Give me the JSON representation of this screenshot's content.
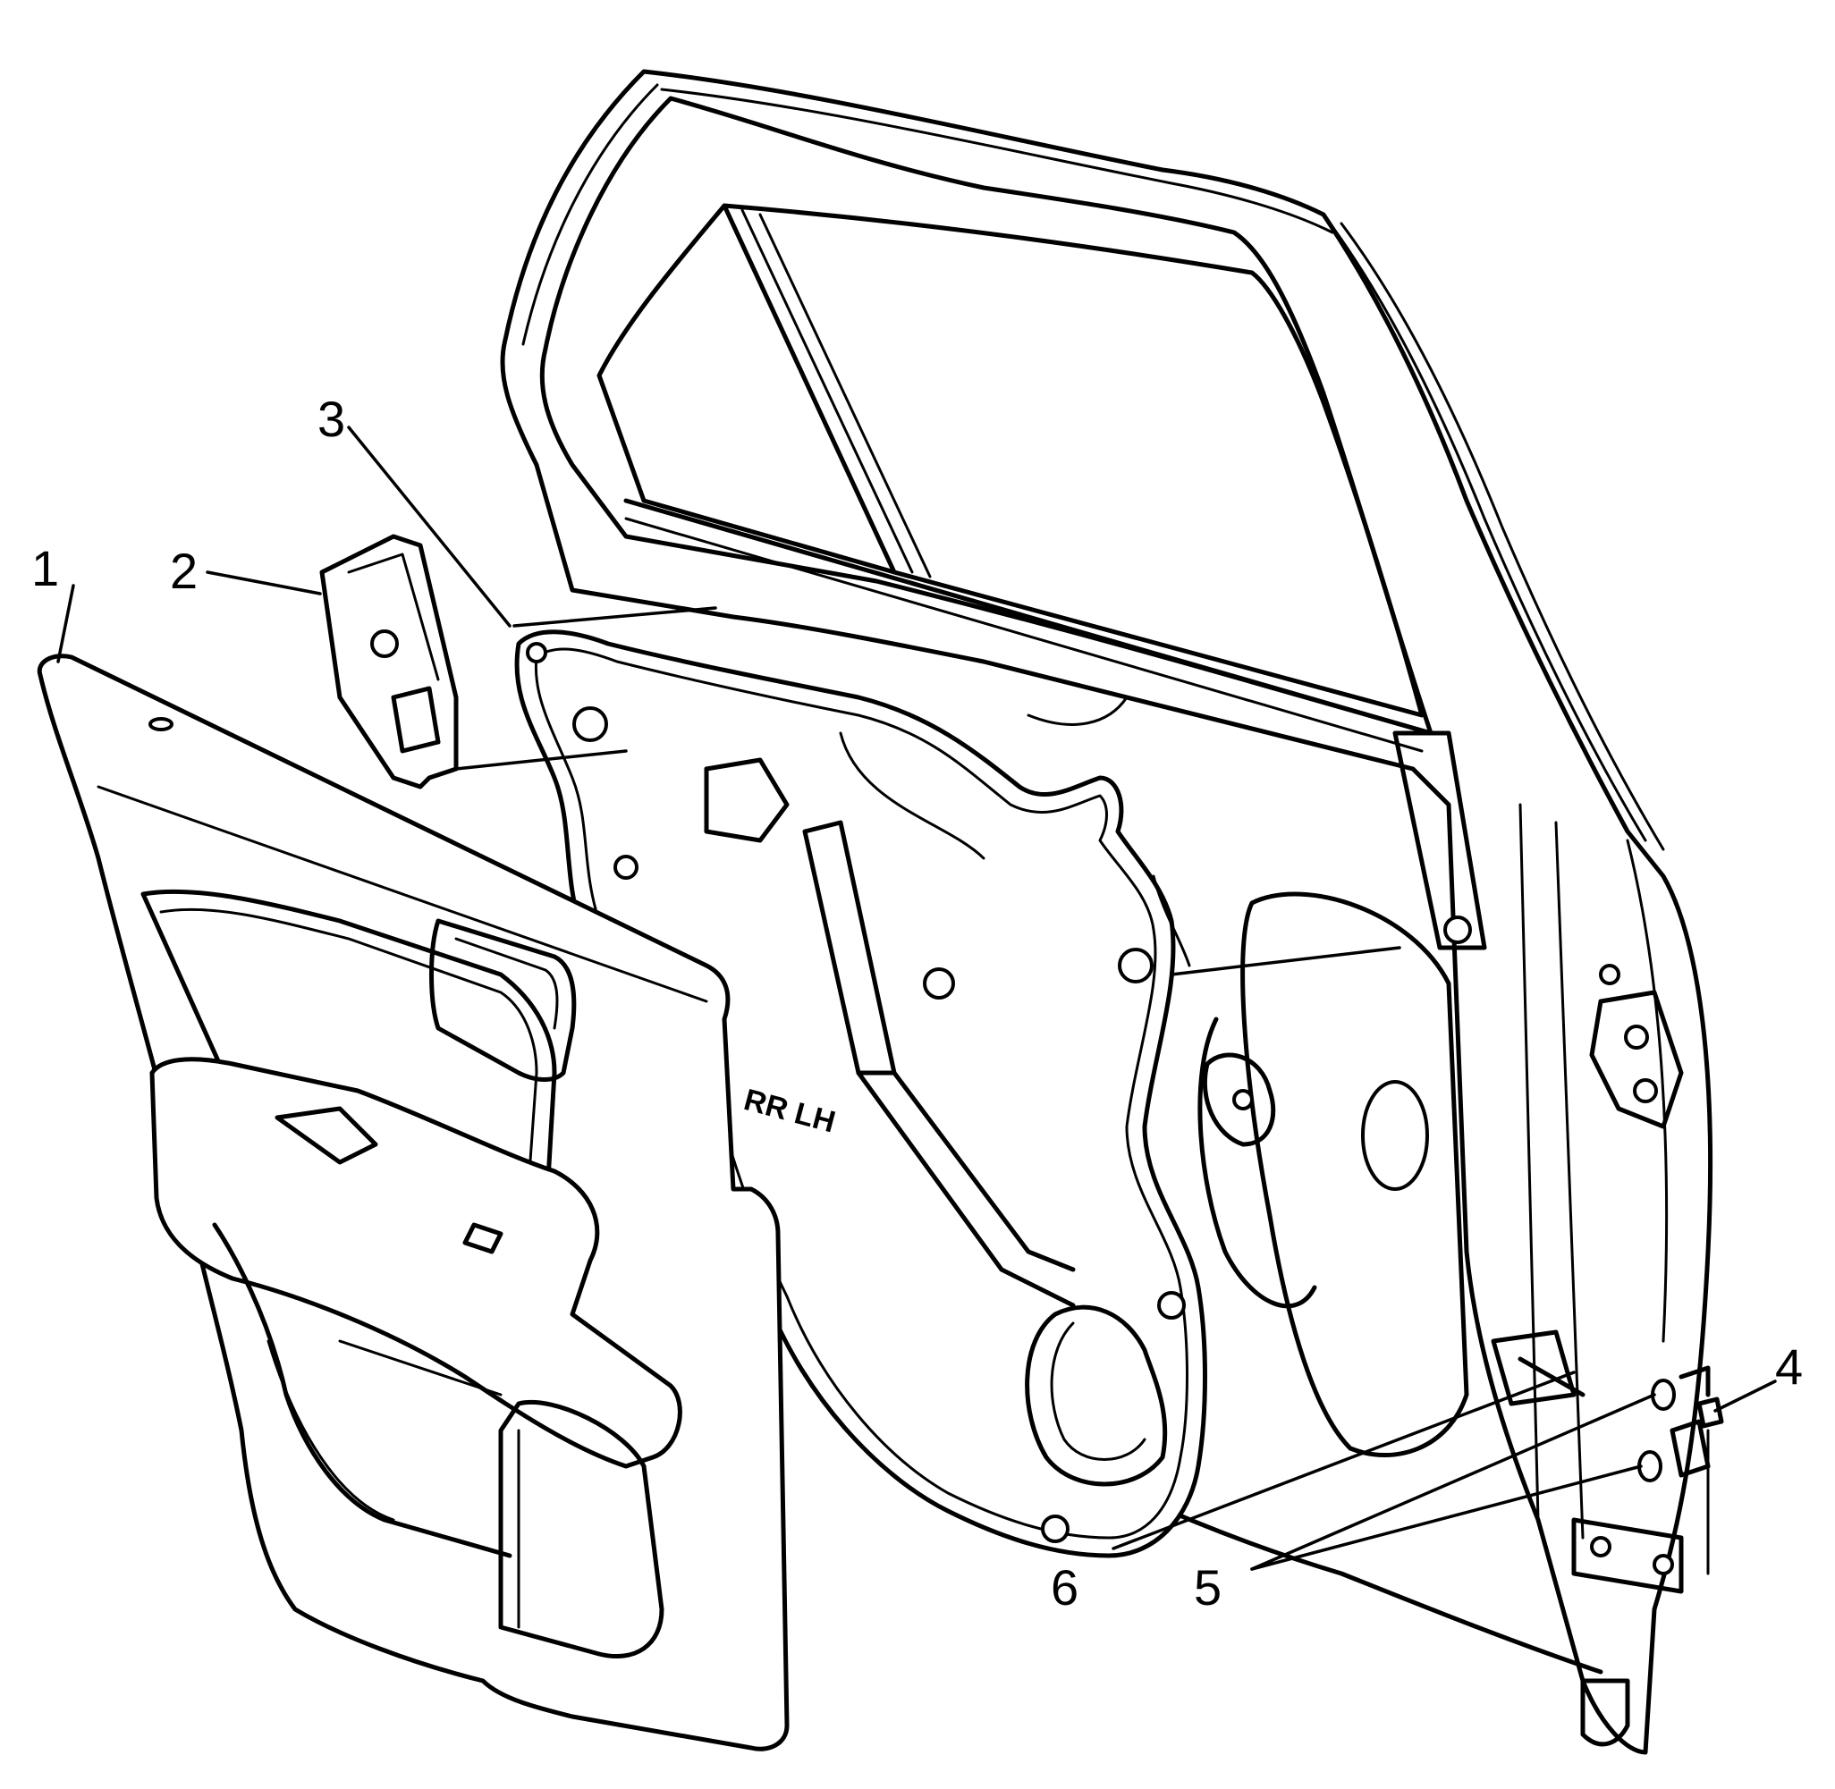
{
  "callouts": [
    {
      "id": "1",
      "text": "1"
    },
    {
      "id": "2",
      "text": "2"
    },
    {
      "id": "3",
      "text": "3"
    },
    {
      "id": "4",
      "text": "4"
    },
    {
      "id": "5",
      "text": "5"
    },
    {
      "id": "6",
      "text": "6"
    }
  ],
  "door_badge": "RR LH"
}
